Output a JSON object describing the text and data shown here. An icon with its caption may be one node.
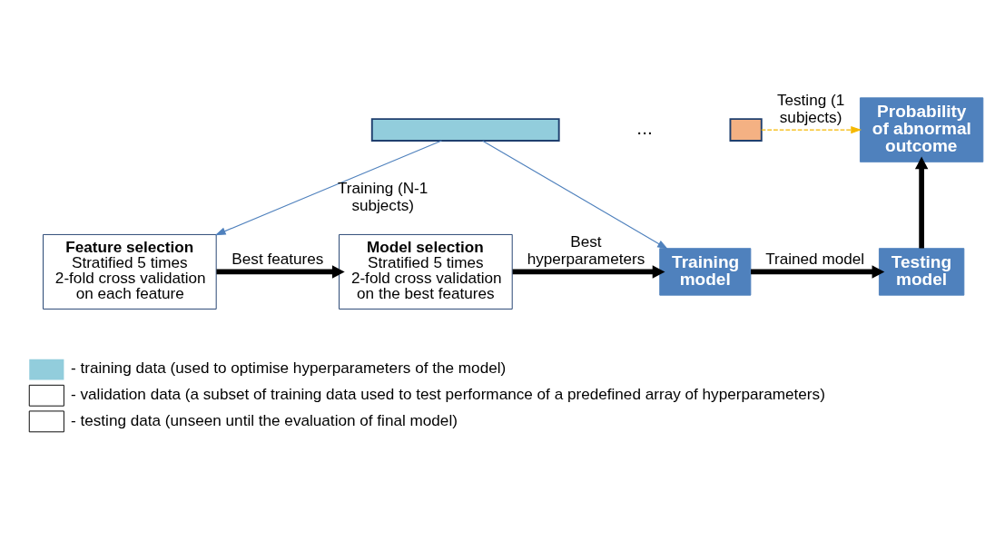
{
  "diagram": {
    "nodes": [
      {
        "text": [],
        "shape": "bar"
      },
      {
        "text": [],
        "shape": "bar"
      },
      {
        "text": [
          "Feature selection",
          "Stratified 5 times 2-fold cross validation on each feature"
        ]
      },
      {
        "text": [
          "Model selection",
          "Stratified 5 times 2-fold cross validation on the best features"
        ]
      },
      {
        "text": [
          "Training model"
        ]
      },
      {
        "text": [
          "Testing model"
        ]
      },
      {
        "text": [
          "Probability of abnormal outcome"
        ]
      }
    ],
    "edges": [
      {
        "from": 0,
        "to": 2,
        "arrow": "to",
        "label": "Training (N-1 subjects)",
        "color": "#4f81bd"
      },
      {
        "from": 0,
        "to": 4,
        "arrow": "to",
        "color": "#4f81bd"
      },
      {
        "from": 1,
        "to": 6,
        "arrow": "to",
        "label": "Testing (1 subjects)",
        "style": "dashed",
        "color": "#f5b800"
      },
      {
        "from": 2,
        "to": 3,
        "arrow": "to",
        "label": "Best features"
      },
      {
        "from": 3,
        "to": 4,
        "arrow": "to",
        "label": "Best hyperparameters"
      },
      {
        "from": 4,
        "to": 5,
        "arrow": "to",
        "label": "Trained model"
      },
      {
        "from": 5,
        "to": 6,
        "arrow": "to"
      }
    ],
    "labels": [
      "..."
    ],
    "legend": [
      {
        "text": "- training data (used to optimise hyperparameters of the model)",
        "color": "#92cddc"
      },
      {
        "text": "- validation data (a subset of training data used to test performance of a predefined array of hyperparameters)"
      },
      {
        "text": "- testing data (unseen until the evaluation of final model)"
      }
    ]
  }
}
